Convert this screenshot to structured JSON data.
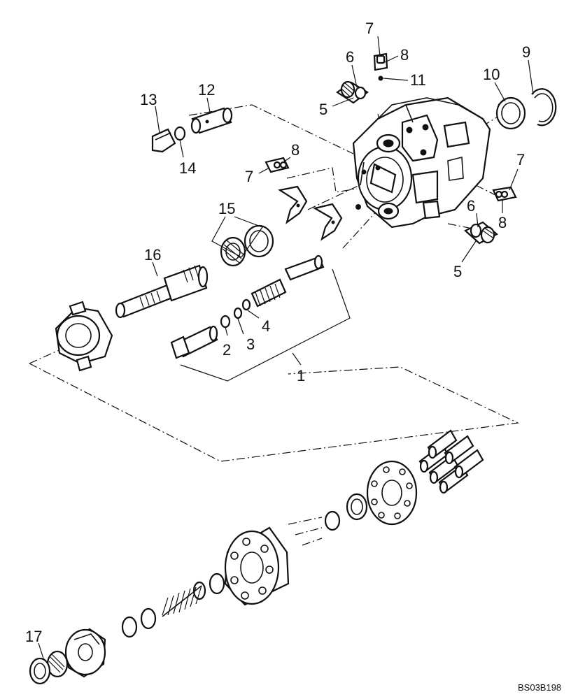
{
  "diagram": {
    "callouts": {
      "c1": "1",
      "c2": "2",
      "c3": "3",
      "c4": "4",
      "c5a": "5",
      "c5b": "5",
      "c6a": "6",
      "c6b": "6",
      "c7a": "7",
      "c7b": "7",
      "c7c": "7",
      "c8a": "8",
      "c8b": "8",
      "c8c": "8",
      "c9": "9",
      "c10": "10",
      "c11": "11",
      "c12": "12",
      "c13": "13",
      "c14": "14",
      "c15": "15",
      "c16": "16",
      "c17": "17"
    },
    "drawing_code": "BS03B198"
  }
}
